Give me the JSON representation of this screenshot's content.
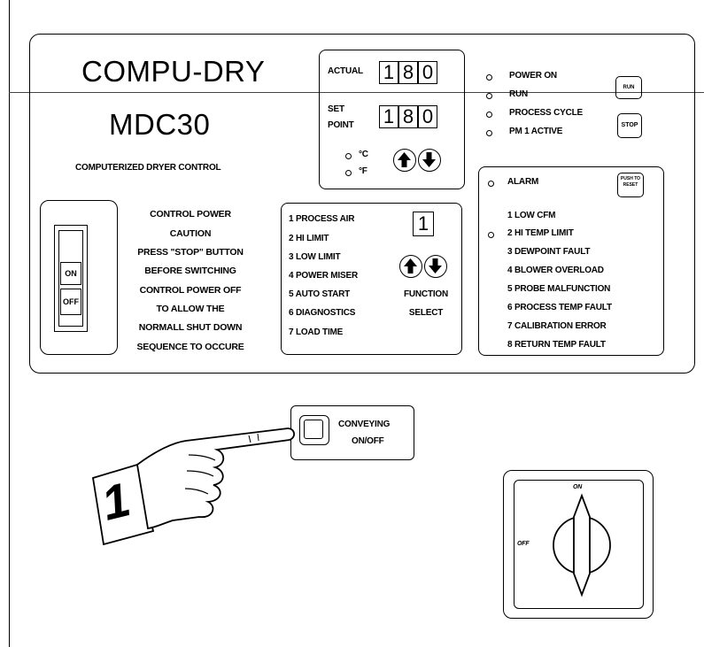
{
  "header": {
    "title": "COMPU-DRY",
    "model": "MDC30",
    "subtitle": "COMPUTERIZED DRYER CONTROL"
  },
  "temperature": {
    "actual_label": "ACTUAL",
    "actual_digits": [
      "1",
      "8",
      "0"
    ],
    "setpoint_label_1": "SET",
    "setpoint_label_2": "POINT",
    "setpoint_digits": [
      "1",
      "8",
      "0"
    ],
    "unit_c": "°C",
    "unit_f": "°F"
  },
  "status": {
    "items": [
      "POWER ON",
      "RUN",
      "PROCESS CYCLE",
      "PM 1 ACTIVE"
    ],
    "run_button": "RUN",
    "stop_button": "STOP"
  },
  "alarm": {
    "label": "ALARM",
    "button": "PUSH TO RESET",
    "items": [
      "1 LOW CFM",
      "2 HI TEMP LIMIT",
      "3 DEWPOINT FAULT",
      "4 BLOWER OVERLOAD",
      "5 PROBE MALFUNCTION",
      "6 PROCESS TEMP FAULT",
      "7 CALIBRATION ERROR",
      "8 RETURN TEMP FAULT"
    ]
  },
  "power_switch": {
    "on_label": "ON",
    "off_label": "OFF"
  },
  "caution": {
    "lines": [
      "CONTROL POWER",
      "CAUTION",
      "PRESS \"STOP\" BUTTON",
      "BEFORE SWITCHING",
      "CONTROL POWER OFF",
      "TO ALLOW THE",
      "NORMALL SHUT DOWN",
      "SEQUENCE TO OCCURE"
    ]
  },
  "functions": {
    "items": [
      "1 PROCESS AIR",
      "2 HI LIMIT",
      "3 LOW LIMIT",
      "4 POWER MISER",
      "5 AUTO START",
      "6 DIAGNOSTICS",
      "7 LOAD TIME"
    ],
    "display": "1",
    "select_label_1": "FUNCTION",
    "select_label_2": "SELECT"
  },
  "conveying": {
    "label_1": "CONVEYING",
    "label_2": "ON/OFF"
  },
  "step": {
    "number": "1"
  },
  "rotary": {
    "on_label": "ON",
    "off_label": "OFF"
  }
}
